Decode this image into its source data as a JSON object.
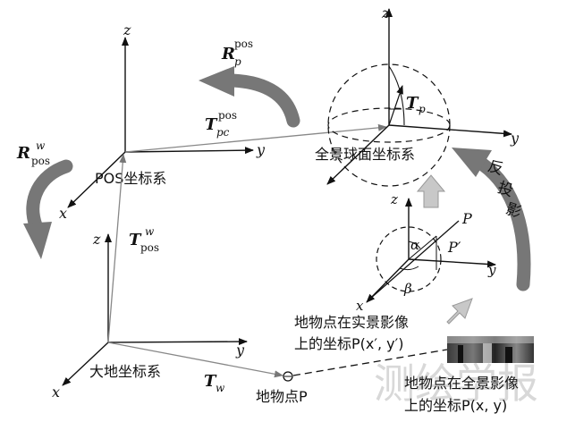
{
  "pos_frame": {
    "name": "POS坐标系",
    "axis_x": "x",
    "axis_y": "y",
    "axis_z": "z"
  },
  "geodetic_frame": {
    "name": "大地坐标系",
    "axis_x": "x",
    "axis_y": "y",
    "axis_z": "z"
  },
  "sphere_frame": {
    "name": "全景球面坐标系",
    "axis_y": "y",
    "axis_z": "z"
  },
  "image_frame": {
    "axis_x": "x",
    "axis_y": "y",
    "axis_z": "z",
    "point_P": "P",
    "point_P_prime": "P′",
    "angle_alpha": "α",
    "angle_beta": "β"
  },
  "transforms": {
    "R_p_pos": {
      "main": "R",
      "sub": "p",
      "sup": "pos"
    },
    "T_pc_pos": {
      "main": "T",
      "sub": "pc",
      "sup": "pos"
    },
    "R_pos_w": {
      "main": "R",
      "sub": "pos",
      "sup": "w"
    },
    "T_pos_w": {
      "main": "T",
      "sub": "pos",
      "sup": "w"
    },
    "T_p": {
      "main": "T",
      "sub": "p"
    },
    "T_w": {
      "main": "T",
      "sub": "w"
    }
  },
  "labels": {
    "back_projection": [
      "反",
      "投",
      "影"
    ],
    "ground_point": "地物点P",
    "real_image_line1": "地物点在实景影像",
    "real_image_line2": "上的坐标P(x′, y′)",
    "pano_image_line1": "地物点在全景影像",
    "pano_image_line2": "上的坐标P(x, y)"
  },
  "watermark": "测绘学报"
}
